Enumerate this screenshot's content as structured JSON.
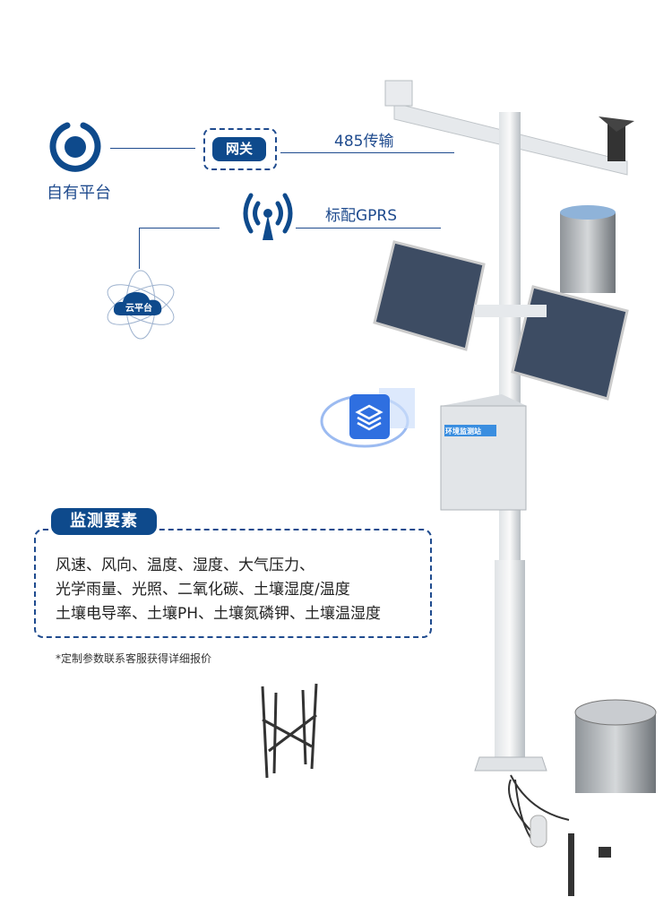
{
  "diagram": {
    "own_platform_label": "自有平台",
    "gateway_label": "网关",
    "rs485_label": "485传输",
    "gprs_label": "标配GPRS",
    "cloud_label": "云平台",
    "station_box_label": "环境监测站"
  },
  "elements": {
    "title": "监测要素",
    "lines": [
      "风速、风向、温度、湿度、大气压力、",
      "光学雨量、光照、二氧化碳、土壤湿度/温度",
      "土壤电导率、土壤PH、土壤氮磷钾、土壤温湿度"
    ],
    "footnote": "*定制参数联系客服获得详细报价"
  },
  "colors": {
    "brand": "#0e4a8c",
    "line": "#1f4b8e"
  }
}
